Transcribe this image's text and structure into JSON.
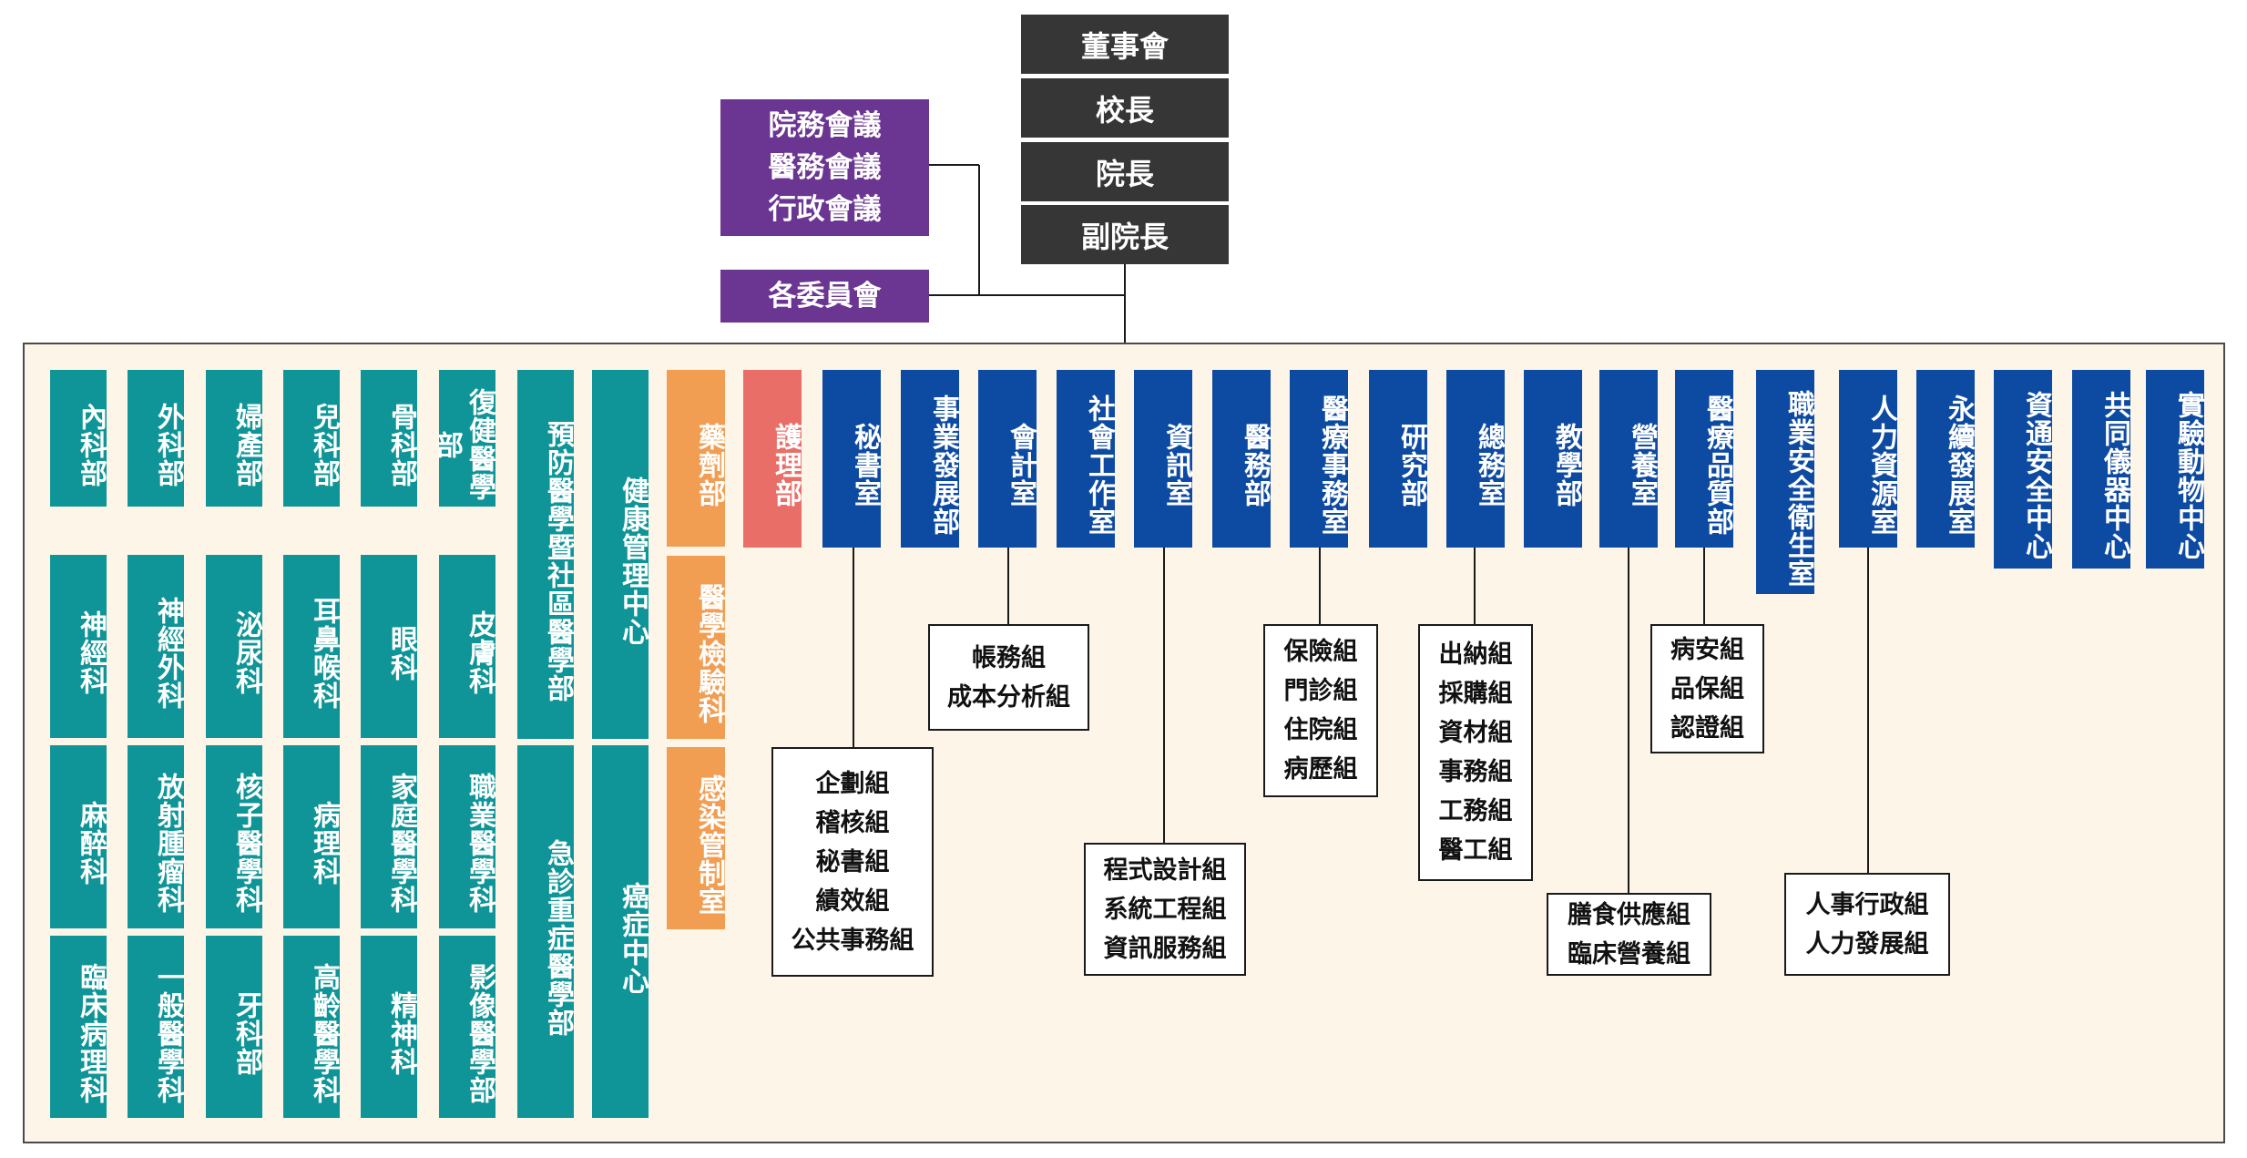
{
  "top": [
    "董事會",
    "校長",
    "院長",
    "副院長"
  ],
  "meetings": [
    "院務會議",
    "醫務會議",
    "行政會議"
  ],
  "committee": "各委員會",
  "clinical_columns": [
    [
      "內科部",
      "神經科",
      "麻醉科",
      "臨床病理科"
    ],
    [
      "外科部",
      "神經外科",
      "放射腫瘤科",
      "一般醫學科"
    ],
    [
      "婦產部",
      "泌尿科",
      "核子醫學科",
      "牙科部"
    ],
    [
      "兒科部",
      "耳鼻喉科",
      "病理科",
      "高齡醫學科"
    ],
    [
      "骨科部",
      "眼科",
      "家庭醫學科",
      "精神科"
    ],
    [
      "復健醫學部",
      "皮膚科",
      "職業醫學科",
      "影像醫學部"
    ],
    [
      "預防醫學暨社區醫學部",
      "急診重症醫學部"
    ],
    [
      "健康管理中心",
      "癌症中心"
    ]
  ],
  "pharmacy_column": [
    "藥劑部",
    "醫學檢驗科",
    "感染管制室"
  ],
  "nursing": "護理部",
  "admin_units": [
    "秘書室",
    "事業發展部",
    "會計室",
    "社會工作室",
    "資訊室",
    "醫務部",
    "醫療事務室",
    "研究部",
    "總務室",
    "教學部",
    "營養室",
    "醫療品質部",
    "職業安全衛生室",
    "人力資源室",
    "永續發展室",
    "資通安全中心",
    "共同儀器中心",
    "實驗動物中心"
  ],
  "sub_groups": {
    "secretary": [
      "企劃組",
      "稽核組",
      "秘書組",
      "績效組",
      "公共事務組"
    ],
    "accounting": [
      "帳務組",
      "成本分析組"
    ],
    "it": [
      "程式設計組",
      "系統工程組",
      "資訊服務組"
    ],
    "medical_affairs": [
      "保險組",
      "門診組",
      "住院組",
      "病歷組"
    ],
    "general_affairs": [
      "出納組",
      "採購組",
      "資材組",
      "事務組",
      "工務組",
      "醫工組"
    ],
    "nutrition": [
      "膳食供應組",
      "臨床營養組"
    ],
    "quality": [
      "病安組",
      "品保組",
      "認證組"
    ],
    "hr": [
      "人事行政組",
      "人力發展組"
    ]
  },
  "colors": {
    "top": "#363636",
    "purple": "#6b3592",
    "teal": "#0f9597",
    "orange": "#f19d52",
    "pink": "#ea6e68",
    "navy": "#0d4aa2",
    "panel": "#fdf5e8"
  }
}
